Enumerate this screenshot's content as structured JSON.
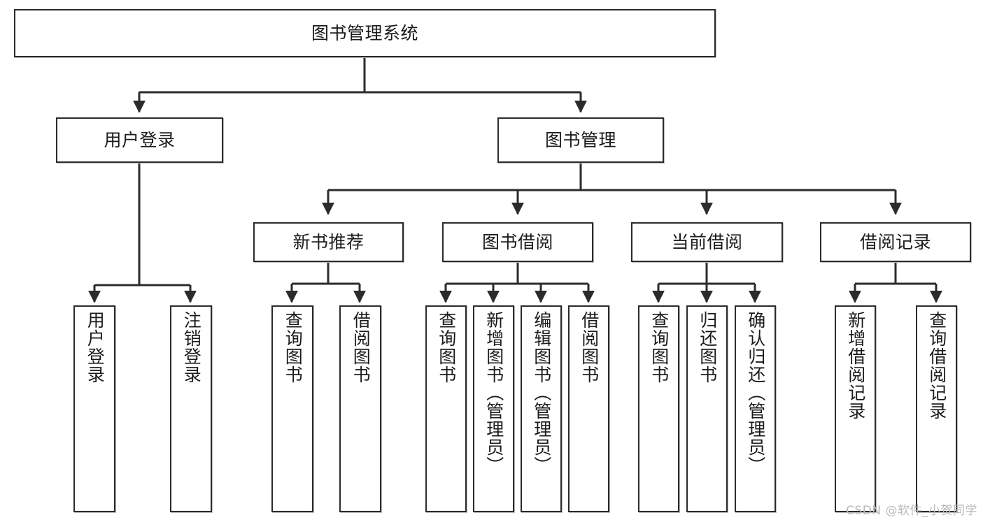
{
  "diagram": {
    "title_node": {
      "label": "图书管理系统"
    },
    "level2": [
      {
        "label": "用户登录"
      },
      {
        "label": "图书管理"
      }
    ],
    "level3": [
      {
        "label": "新书推荐"
      },
      {
        "label": "图书借阅"
      },
      {
        "label": "当前借阅"
      },
      {
        "label": "借阅记录"
      }
    ],
    "leaves": {
      "user_login": [
        {
          "label": "用户登录"
        },
        {
          "label": "注销登录"
        }
      ],
      "new_book_recommend": [
        {
          "label": "查询图书"
        },
        {
          "label": "借阅图书"
        }
      ],
      "book_borrow": [
        {
          "label": "查询图书"
        },
        {
          "label": "新增图书（管理员）"
        },
        {
          "label": "编辑图书（管理员）"
        },
        {
          "label": "借阅图书"
        }
      ],
      "current_borrow": [
        {
          "label": "查询图书"
        },
        {
          "label": "归还图书"
        },
        {
          "label": "确认归还（管理员）"
        }
      ],
      "borrow_record": [
        {
          "label": "新增借阅记录"
        },
        {
          "label": "查询借阅记录"
        }
      ]
    }
  },
  "watermark": {
    "text": "CSDN @软件_小贺同学"
  },
  "colors": {
    "box_border": "#2b2b2b",
    "box_fill": "#ffffff",
    "text": "#1b1b1b",
    "connector": "#2b2b2b",
    "watermark": "#b9b9b9"
  }
}
